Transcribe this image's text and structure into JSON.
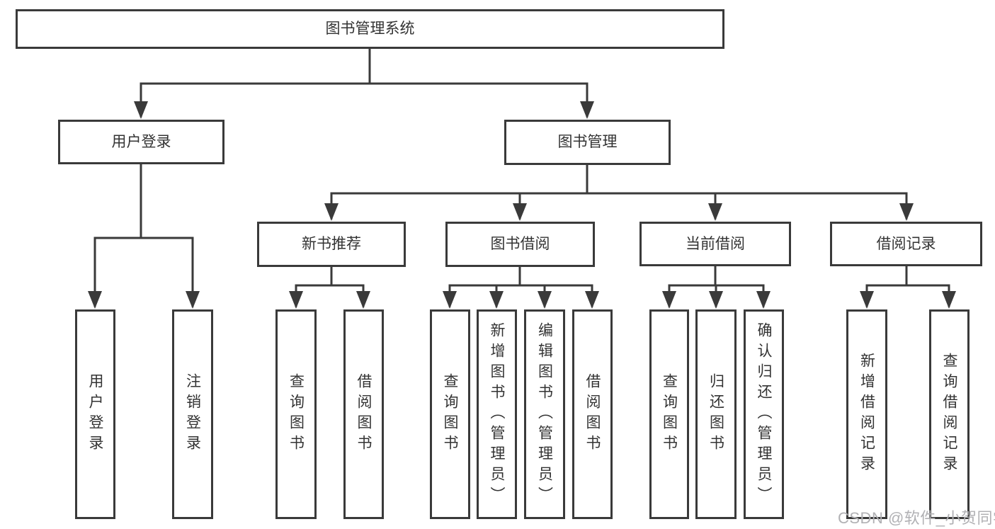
{
  "tree": {
    "root": {
      "label": "图书管理系统"
    },
    "branches": [
      {
        "label": "用户登录",
        "children": [
          {
            "label": "用户登录"
          },
          {
            "label": "注销登录"
          }
        ]
      },
      {
        "label": "图书管理",
        "children": [
          {
            "label": "新书推荐",
            "children": [
              {
                "label": "查询图书"
              },
              {
                "label": "借阅图书"
              }
            ]
          },
          {
            "label": "图书借阅",
            "children": [
              {
                "label": "查询图书"
              },
              {
                "label": "新增图书（管理员）"
              },
              {
                "label": "编辑图书（管理员）"
              },
              {
                "label": "借阅图书"
              }
            ]
          },
          {
            "label": "当前借阅",
            "children": [
              {
                "label": "查询图书"
              },
              {
                "label": "归还图书"
              },
              {
                "label": "确认归还（管理员）"
              }
            ]
          },
          {
            "label": "借阅记录",
            "children": [
              {
                "label": "新增借阅记录"
              },
              {
                "label": "查询借阅记录"
              }
            ]
          }
        ]
      }
    ]
  },
  "watermark": {
    "text": "CSDN @软件_小贺同学"
  },
  "colors": {
    "line": "#3a3a3a",
    "box_border": "#3a3a3a",
    "text": "#333333",
    "watermark": "#b1b1b4",
    "background": "#ffffff"
  }
}
